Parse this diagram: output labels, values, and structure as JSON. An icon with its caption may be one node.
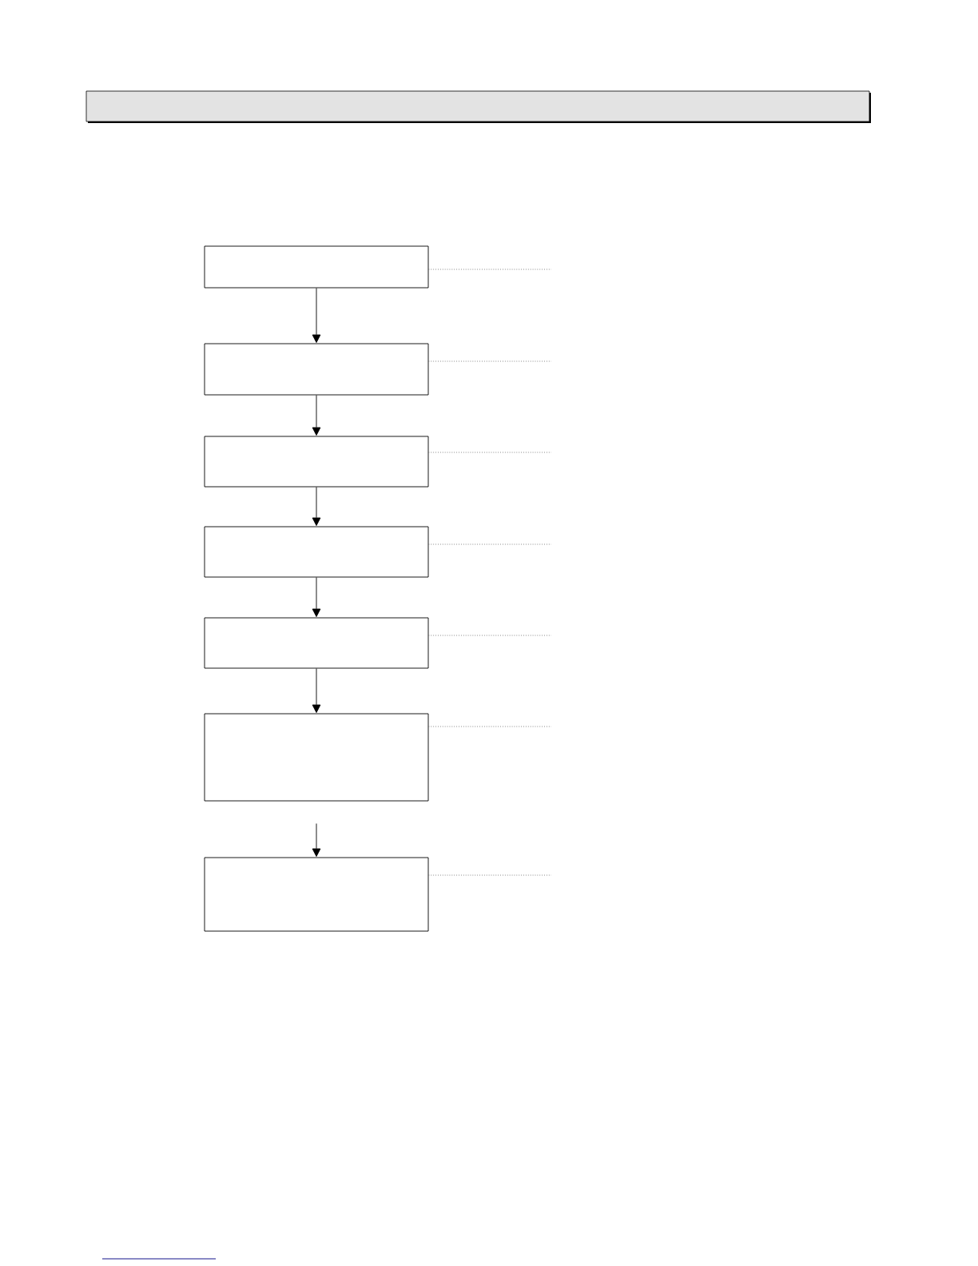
{
  "diagram": {
    "nodes": [
      {
        "text": [],
        "shape": "box"
      },
      {
        "text": [],
        "shape": "box"
      },
      {
        "text": [],
        "shape": "box"
      },
      {
        "text": [],
        "shape": "box"
      },
      {
        "text": [],
        "shape": "box"
      },
      {
        "text": [],
        "shape": "box"
      },
      {
        "text": [],
        "shape": "box"
      }
    ],
    "edges": [
      {
        "from": 0,
        "to": 1,
        "arrow": "to"
      },
      {
        "from": 1,
        "to": 2,
        "arrow": "to"
      },
      {
        "from": 2,
        "to": 3,
        "arrow": "to"
      },
      {
        "from": 3,
        "to": 4,
        "arrow": "to"
      },
      {
        "from": 4,
        "to": 5,
        "arrow": "to"
      },
      {
        "from": 5,
        "to": 6,
        "arrow": "to"
      },
      {
        "from": 0,
        "to": null,
        "arrow": "none",
        "style": "dashed"
      },
      {
        "from": 1,
        "to": null,
        "arrow": "none",
        "style": "dashed"
      },
      {
        "from": 2,
        "to": null,
        "arrow": "none",
        "style": "dashed"
      },
      {
        "from": 3,
        "to": null,
        "arrow": "none",
        "style": "dashed"
      },
      {
        "from": 4,
        "to": null,
        "arrow": "none",
        "style": "dashed"
      },
      {
        "from": 5,
        "to": null,
        "arrow": "none",
        "style": "dashed"
      },
      {
        "from": 6,
        "to": null,
        "arrow": "none",
        "style": "dashed"
      }
    ]
  }
}
